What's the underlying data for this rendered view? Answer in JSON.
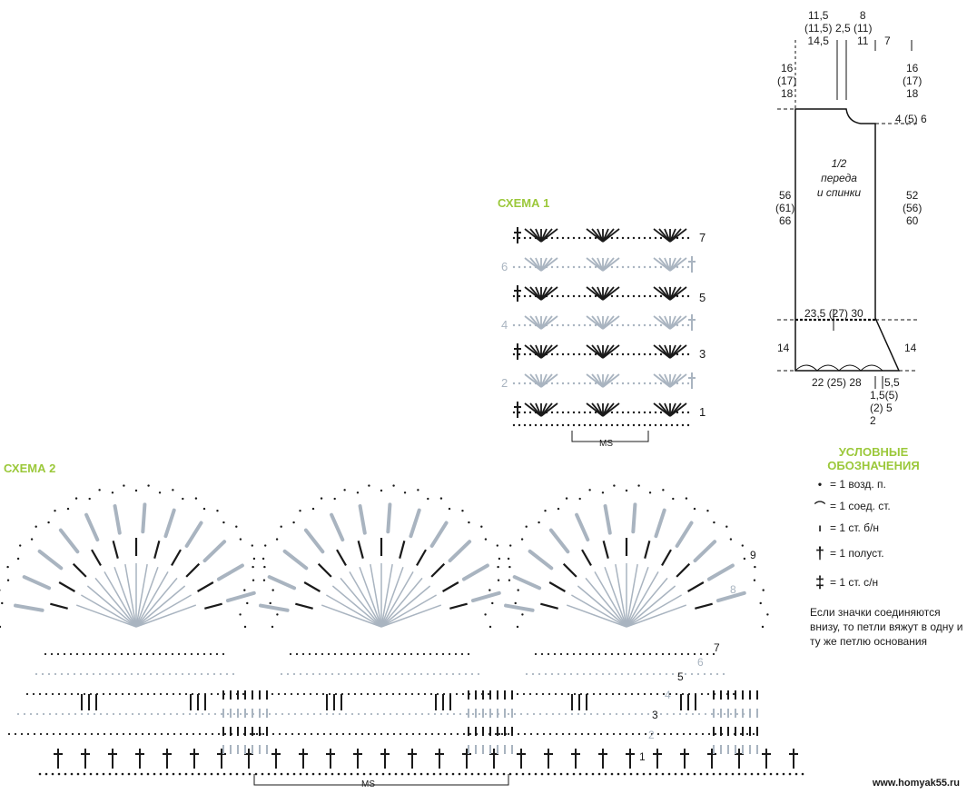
{
  "scheme1": {
    "title": "СХЕМА 1",
    "row_numbers": [
      "7",
      "6",
      "5",
      "4",
      "3",
      "2",
      "1"
    ],
    "repeat_label": "MS"
  },
  "scheme2": {
    "title": "СХЕМА 2",
    "row_numbers": [
      "9",
      "8",
      "7",
      "6",
      "5",
      "4",
      "3",
      "2",
      "1"
    ],
    "repeat_label": "MS"
  },
  "pattern": {
    "top_widths": [
      "11,5",
      "(11,5)",
      "14,5"
    ],
    "top_widths_2": "2,5",
    "top_widths_3": [
      "8",
      "(11)",
      "11"
    ],
    "top_widths_4": "7",
    "left_top": [
      "16",
      "(17)",
      "18"
    ],
    "right_top": [
      "16",
      "(17)",
      "18"
    ],
    "shoulder": "4 (5) 6",
    "half_label": [
      "1/2",
      "переда",
      "и спинки"
    ],
    "left_body": [
      "56",
      "(61)",
      "66"
    ],
    "right_body": [
      "52",
      "(56)",
      "60"
    ],
    "waist": "23,5 (27) 30",
    "left_bottom": "14",
    "right_bottom": "14",
    "hem": "22 (25) 28",
    "hem_side": [
      "5,5",
      "1,5(5)",
      "(2) 5",
      "2"
    ]
  },
  "legend": {
    "title": "УСЛОВНЫЕ ОБОЗНАЧЕНИЯ",
    "items": [
      {
        "symbol": "•",
        "text": "= 1 возд. п."
      },
      {
        "symbol": "⌒",
        "text": "= 1 соед. ст."
      },
      {
        "symbol": "ı",
        "text": "= 1 ст. б/н"
      },
      {
        "symbol": "†",
        "text": "= 1 полуст."
      },
      {
        "symbol": "‡",
        "text": "= 1 ст. с/н"
      }
    ],
    "note": "Если значки соединяются внизу, то петли вяжут в одну и ту же петлю основания"
  },
  "website": "www.homyak55.ru",
  "colors": {
    "accent": "#9bc83a",
    "dark": "#1a1a1a",
    "grey": "#a9b4c0"
  }
}
